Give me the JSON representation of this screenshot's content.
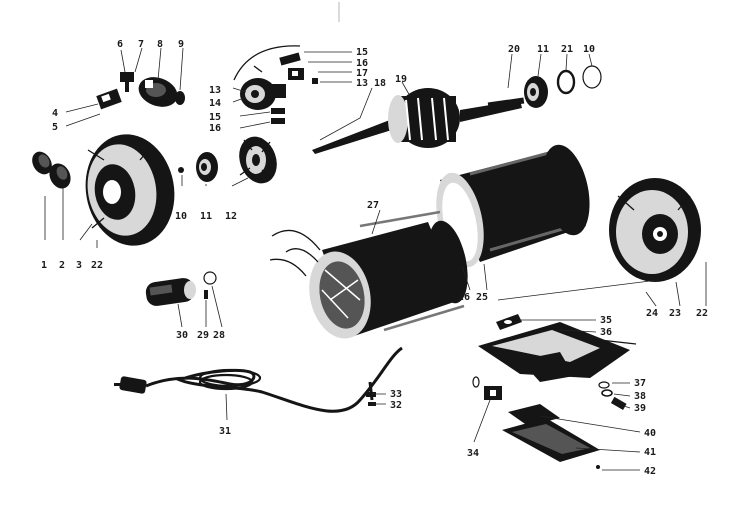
{
  "diagram": {
    "callouts": [
      "1",
      "2",
      "3",
      "22",
      "4",
      "5",
      "6",
      "7",
      "8",
      "9",
      "10",
      "11",
      "12",
      "13",
      "14",
      "15",
      "16",
      "15",
      "16",
      "17",
      "13",
      "18",
      "19",
      "20",
      "11",
      "21",
      "10",
      "27",
      "26",
      "25",
      "24",
      "23",
      "22",
      "30",
      "29",
      "28",
      "31",
      "33",
      "32",
      "35",
      "36",
      "37",
      "38",
      "39",
      "40",
      "41",
      "42",
      "34"
    ]
  }
}
